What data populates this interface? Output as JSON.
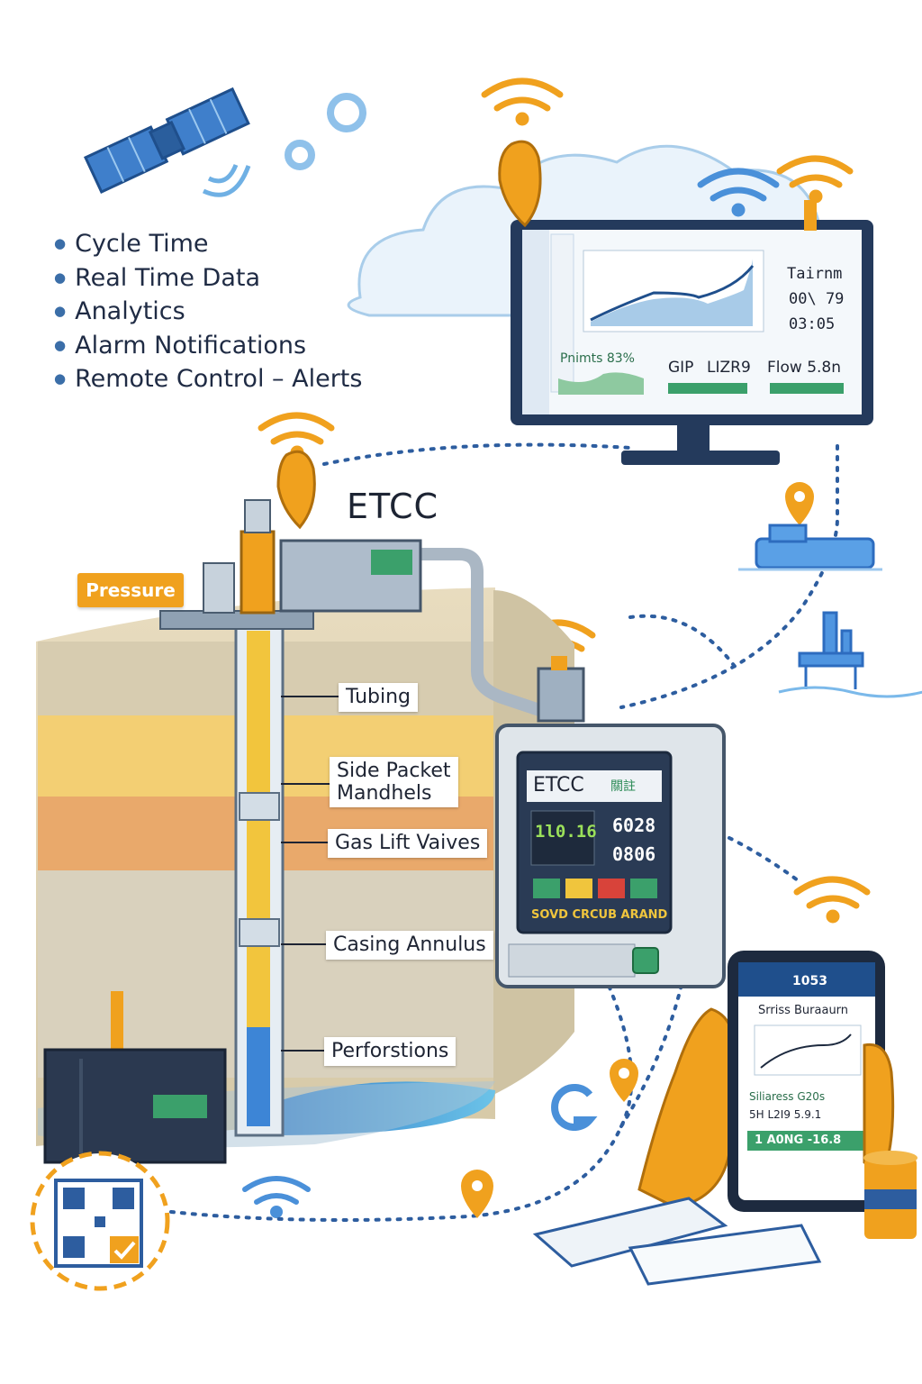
{
  "features": [
    "Cycle Time",
    "Real Time Data",
    "Analytics",
    "Alarm Notifications",
    "Remote Control – Alerts"
  ],
  "diagram_title": "ETCC",
  "pressure_tag": "Pressure",
  "well_labels": {
    "tubing": "Tubing",
    "side_packet_line1": "Side Packet",
    "side_packet_line2": "Mandhels",
    "gas_lift": "Gas Lift Vaives",
    "casing": "Casing Annulus",
    "perforations": "Perforstions"
  },
  "monitor": {
    "side_title": "Tairnm",
    "value1": "00\\ 79",
    "value2": "03:05",
    "footer1": "Pnimts 83%",
    "footer2": "GIP",
    "footer3": "LIZR9",
    "footer4": "Flow 5.8n"
  },
  "controller": {
    "title": "ETCC",
    "tag": "關註",
    "reading1": "1l0.16",
    "reading2": "6028",
    "reading3": "0806",
    "button_labels": "SOVD CRCUB ARAND"
  },
  "phone": {
    "status": "1053",
    "title": "Srriss Buraaurn",
    "line1": "Siliaress G20s",
    "line2": "5H L2I9 5.9.1",
    "banner": "1 A0NG -16.8"
  },
  "colors": {
    "accent_orange": "#f0a11e",
    "brand_blue": "#2d5d9f",
    "screen_green": "#3ba06b",
    "text_dark": "#1e2433"
  }
}
